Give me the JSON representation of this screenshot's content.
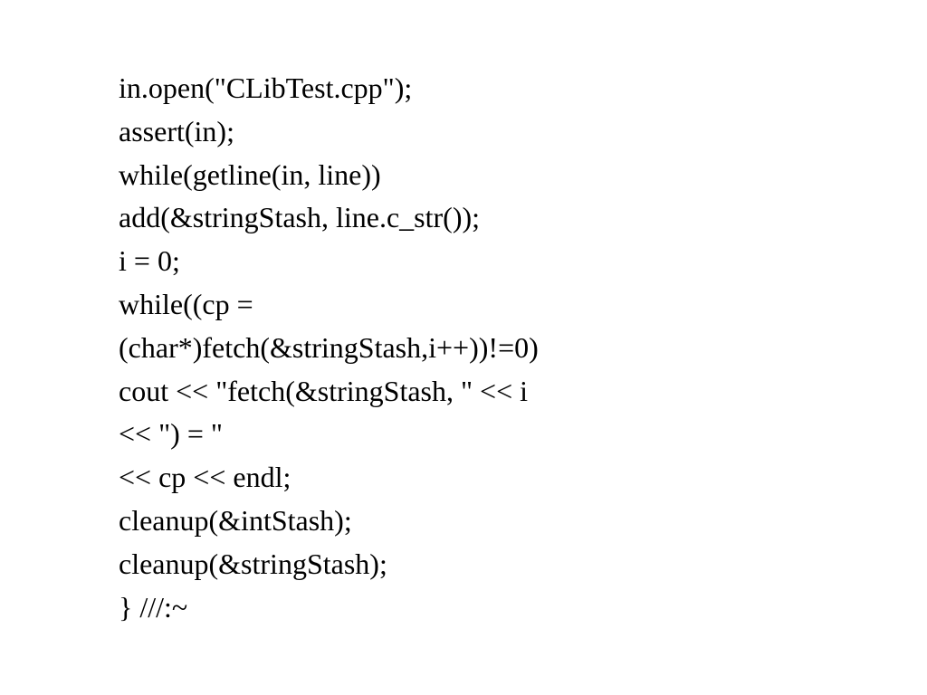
{
  "document": {
    "background_color": "#ffffff",
    "text_color": "#000000",
    "lines": [
      "in.open(\"CLibTest.cpp\");",
      "assert(in);",
      "while(getline(in, line))",
      "add(&stringStash, line.c_str());",
      "i = 0;",
      "while((cp =",
      "(char*)fetch(&stringStash,i++))!=0)",
      "cout << \"fetch(&stringStash, \" << i",
      "<< \") = \"",
      "<< cp << endl;",
      "cleanup(&intStash);",
      "cleanup(&stringStash);",
      "} ///:~"
    ]
  }
}
